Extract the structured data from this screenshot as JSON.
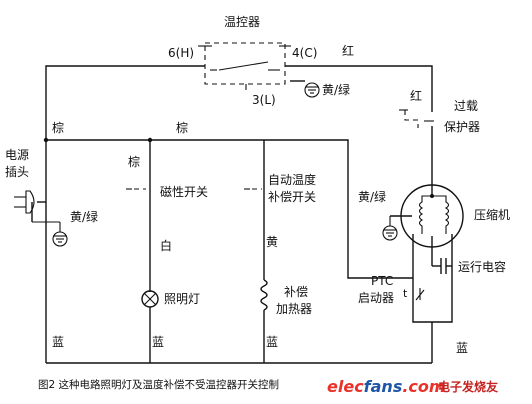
{
  "colors": {
    "line": "#111111",
    "watermark_red": "#e8322a",
    "watermark_blue": "#1f56a8",
    "watermark_tag": "#c42421"
  },
  "labels": {
    "thermostat": "温控器",
    "term_6h": "6(H)",
    "term_4c": "4(C)",
    "term_3l": "3(L)",
    "red_top": "红",
    "ground_top": "黄/绿",
    "red_right": "红",
    "overload_line1": "过载",
    "overload_line2": "保护器",
    "power_plug_line1": "电源",
    "power_plug_line2": "插头",
    "brown_left": "棕",
    "brown_mid": "棕",
    "brown_branch": "棕",
    "ground_plug": "黄/绿",
    "magnetic_switch": "磁性开关",
    "white": "白",
    "lamp": "照明灯",
    "auto_comp_line1": "自动温度",
    "auto_comp_line2": "补偿开关",
    "yellow": "黄",
    "heater_line1": "补偿",
    "heater_line2": "加热器",
    "ground_comp": "黄/绿",
    "compressor": "压缩机",
    "run_capacitor": "运行电容",
    "ptc_line1": "PTC",
    "ptc_line2": "启动器",
    "ptc_t": "t",
    "blue_left": "蓝",
    "blue_mid": "蓝",
    "blue_heater": "蓝",
    "blue_right": "蓝"
  },
  "caption": "图2  这种电路照明灯及温度补偿不受温控器开关控制",
  "watermark": {
    "part_a": "elec",
    "part_b": "fans",
    "part_c": ".com",
    "tag": "电子发烧友"
  }
}
